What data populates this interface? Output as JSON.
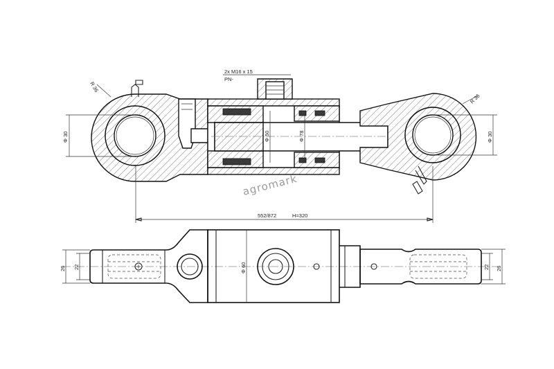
{
  "labels": {
    "thread_spec": "2x M16 x 15",
    "pn_label": "PN-",
    "radius_left": "R 36",
    "radius_right": "R 36",
    "dia_pin_left": "Φ 30",
    "dia_pin_right": "Φ 30",
    "dia_rod": "Φ 50",
    "dia_bore": "Φ 78",
    "length_dim": "552/872",
    "stroke_dim": "H=320",
    "dia_body": "Φ 60",
    "width_left_outer": "26",
    "width_left_inner": "22",
    "width_right_inner": "22",
    "width_right_outer": "26"
  },
  "watermark": "agromark",
  "colors": {
    "line": "#222222",
    "watermark": "#9a9a9a",
    "background": "#ffffff"
  }
}
